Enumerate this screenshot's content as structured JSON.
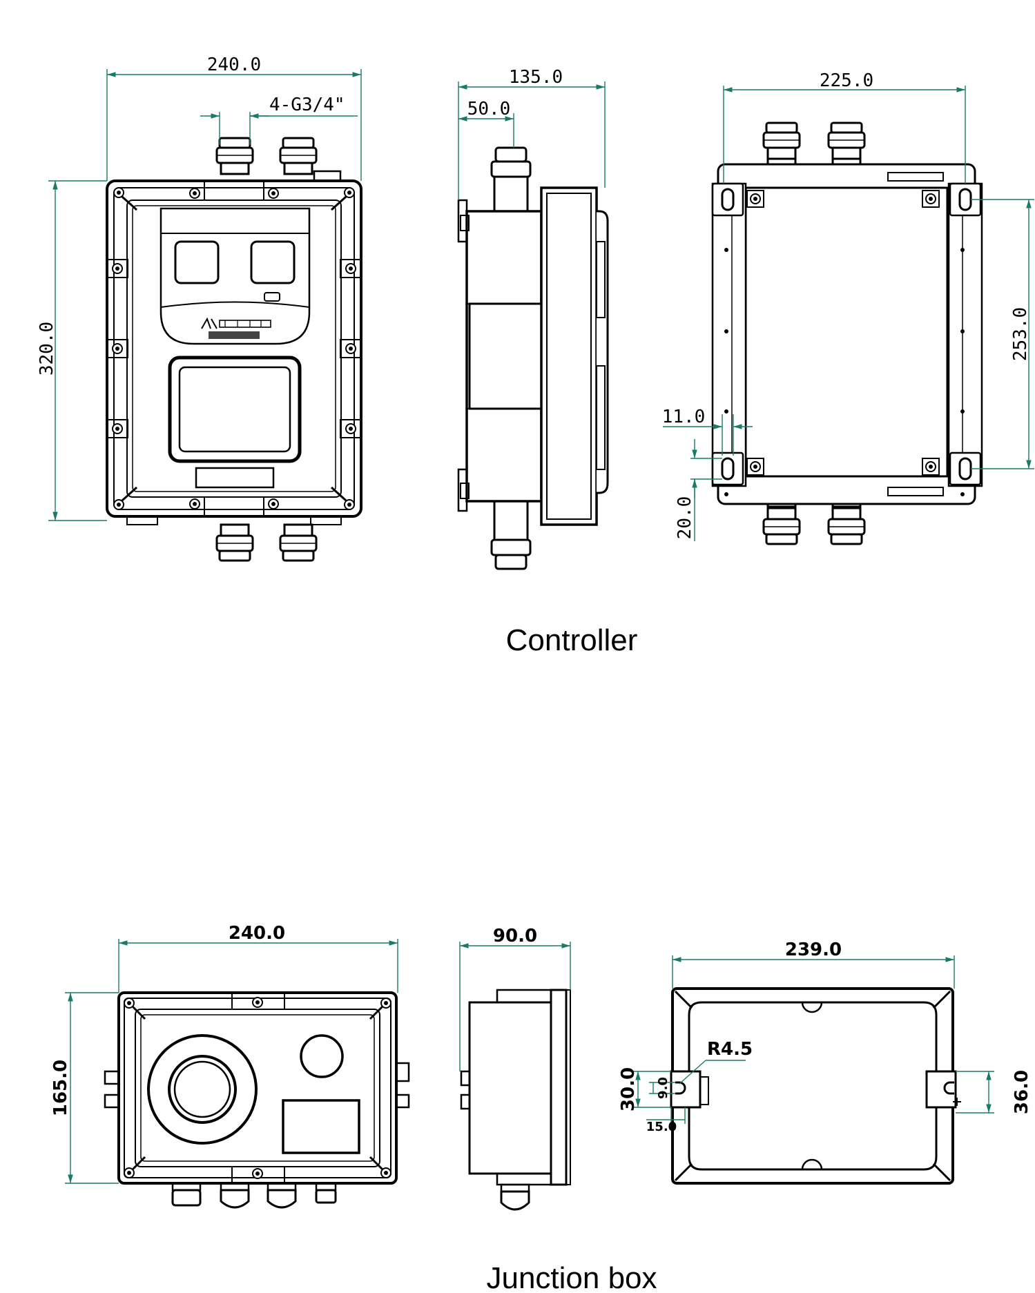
{
  "controller": {
    "caption": "Controller",
    "front": {
      "width": "240.0",
      "height": "320.0",
      "thread": "4-G3/4\""
    },
    "side": {
      "depth": "135.0",
      "offset": "50.0"
    },
    "back": {
      "mount_width": "225.0",
      "mount_height": "253.0",
      "slot_width": "11.0",
      "slot_height": "20.0"
    }
  },
  "junction_box": {
    "caption": "Junction box",
    "front": {
      "width": "240.0",
      "height": "165.0"
    },
    "side": {
      "depth": "90.0"
    },
    "back": {
      "width": "239.0",
      "radius": "R4.5",
      "slot_height": "30.0",
      "slot_inner": "9.0",
      "slot_width": "15.0",
      "height": "36.0"
    }
  }
}
